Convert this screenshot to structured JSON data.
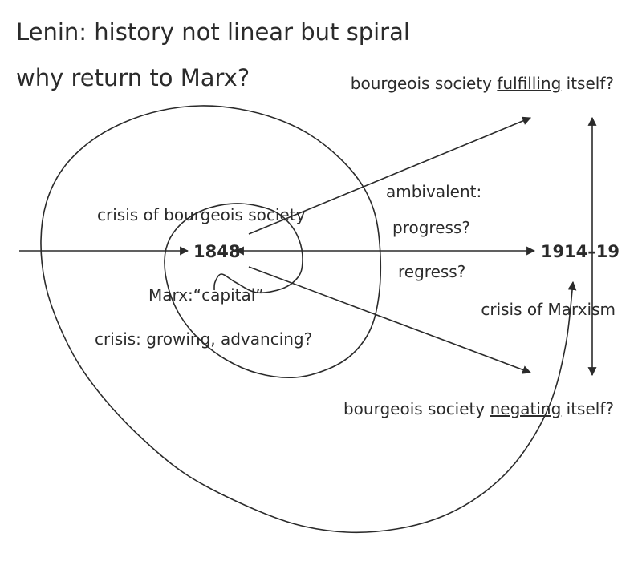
{
  "title_line1": "Lenin: history not linear but spiral",
  "title_line2": "why return to Marx?",
  "labels": {
    "fulfilling_prefix": "bourgeois society ",
    "fulfilling_word": "fulfilling",
    "fulfilling_suffix": " itself?",
    "negating_prefix": "bourgeois society ",
    "negating_word": "negating",
    "negating_suffix": " itself?",
    "ambivalent": "ambivalent:",
    "progress": "progress?",
    "regress": "regress?",
    "crisis_bourgeois": "crisis of bourgeois society",
    "marx_capital": "Marx:“capital”",
    "crisis_growing": "crisis: growing, advancing?",
    "crisis_marxism": "crisis of Marxism"
  },
  "years": {
    "start": "1848",
    "end": "1914–19"
  },
  "colors": {
    "ink": "#2b2b2b",
    "background": "#ffffff"
  }
}
